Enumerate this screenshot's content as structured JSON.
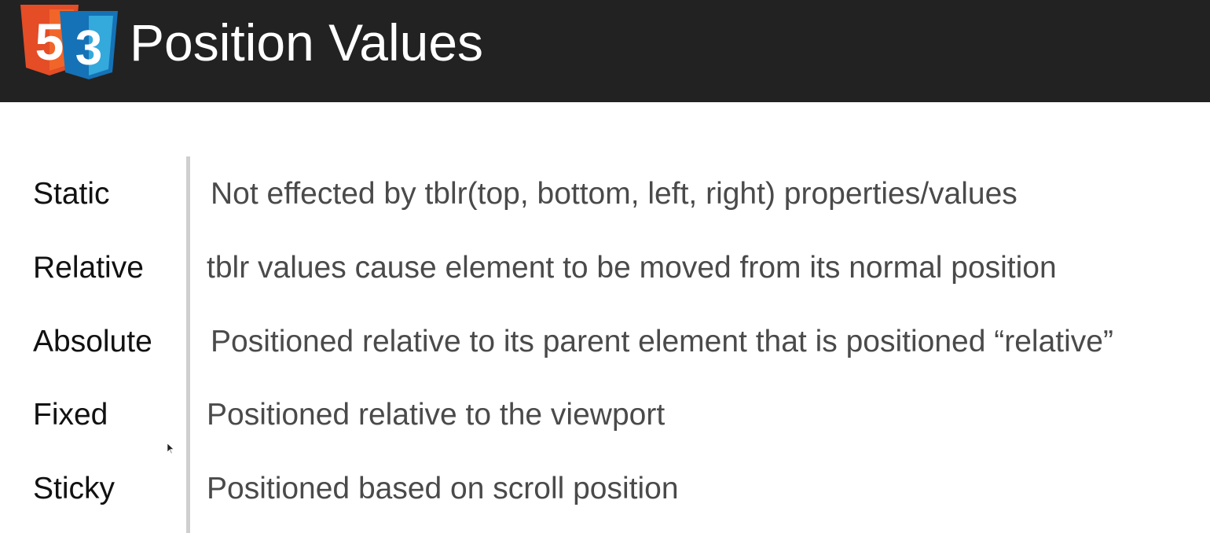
{
  "header": {
    "title": "Position Values",
    "logo_html_badge": "5",
    "logo_css_badge": "3",
    "colors": {
      "background": "#222222",
      "html_orange": "#e44d26",
      "css_blue": "#2965f1"
    }
  },
  "rows": [
    {
      "term": "Static",
      "description": "Not effected by tblr(top, bottom, left, right) properties/values"
    },
    {
      "term": "Relative",
      "description": "tblr values cause element to be moved from its normal position"
    },
    {
      "term": "Absolute",
      "description": "Positioned relative to its parent element that is positioned “relative”"
    },
    {
      "term": "Fixed",
      "description": "Positioned relative to the viewport"
    },
    {
      "term": "Sticky",
      "description": "Positioned based on scroll position"
    }
  ]
}
